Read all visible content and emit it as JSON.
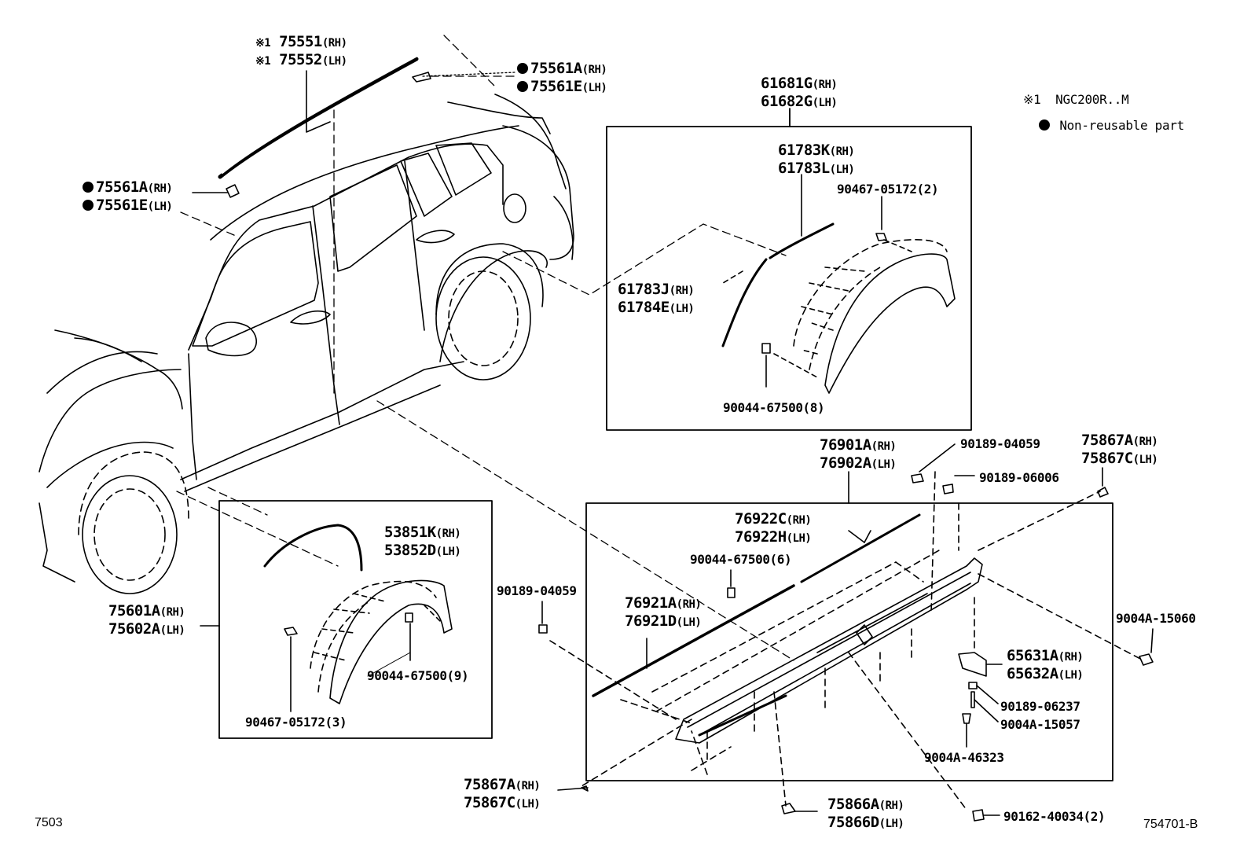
{
  "legend": {
    "note1_mark": "※1",
    "note1_text": "NGC200R..M",
    "note2_text": "Non-reusable part"
  },
  "footer": {
    "left_code": "7503",
    "right_code": "754701-B"
  },
  "callouts": {
    "roof_molding": {
      "mark": "※1",
      "rh_num": "75551",
      "lh_num": "75552",
      "rh_side": "(RH)",
      "lh_side": "(LH)"
    },
    "clip_top": {
      "rh_num": "75561A",
      "lh_num": "75561E",
      "rh_side": "(RH)",
      "lh_side": "(LH)"
    },
    "clip_left": {
      "rh_num": "75561A",
      "lh_num": "75561E",
      "rh_side": "(RH)",
      "lh_side": "(LH)"
    },
    "rear_flare": {
      "rh_num": "61681G",
      "lh_num": "61682G",
      "rh_side": "(RH)",
      "lh_side": "(LH)"
    },
    "rear_seal_k": {
      "rh_num": "61783K",
      "lh_num": "61783L",
      "rh_side": "(RH)",
      "lh_side": "(LH)"
    },
    "rear_seal_j": {
      "rh_num": "61783J",
      "lh_num": "61784E",
      "rh_side": "(RH)",
      "lh_side": "(LH)"
    },
    "rear_clip": {
      "text": "90467-05172(2)"
    },
    "rear_nut": {
      "text": "90044-67500(8)"
    },
    "front_seal": {
      "rh_num": "53851K",
      "lh_num": "53852D",
      "rh_side": "(RH)",
      "lh_side": "(LH)"
    },
    "front_flare": {
      "rh_num": "75601A",
      "lh_num": "75602A",
      "rh_side": "(RH)",
      "lh_side": "(LH)"
    },
    "front_nut": {
      "text": "90044-67500(9)"
    },
    "front_clip": {
      "text": "90467-05172(3)"
    },
    "rocker": {
      "rh_num": "76901A",
      "lh_num": "76902A",
      "rh_side": "(RH)",
      "lh_side": "(LH)"
    },
    "rocker_strip_c": {
      "rh_num": "76922C",
      "lh_num": "76922H",
      "rh_side": "(RH)",
      "lh_side": "(LH)"
    },
    "rocker_strip_a": {
      "rh_num": "76921A",
      "lh_num": "76921D",
      "rh_side": "(RH)",
      "lh_side": "(LH)"
    },
    "rocker_nut": {
      "text": "90044-67500(6)"
    },
    "screw_top": {
      "text": "90189-04059"
    },
    "screw_top2": {
      "text": "90189-06006"
    },
    "screw_left": {
      "text": "90189-04059"
    },
    "cap_right": {
      "rh_num": "75867A",
      "lh_num": "75867C",
      "rh_side": "(RH)",
      "lh_side": "(LH)"
    },
    "cap_left": {
      "rh_num": "75867A",
      "lh_num": "75867C",
      "rh_side": "(RH)",
      "lh_side": "(LH)"
    },
    "bolt_right": {
      "text": "9004A-15060"
    },
    "bracket": {
      "rh_num": "65631A",
      "lh_num": "65632A",
      "rh_side": "(RH)",
      "lh_side": "(LH)"
    },
    "screw_b": {
      "text": "90189-06237"
    },
    "bolt_b": {
      "text": "9004A-15057"
    },
    "bolt_c": {
      "text": "9004A-46323"
    },
    "end_cap": {
      "rh_num": "75866A",
      "lh_num": "75866D",
      "rh_side": "(RH)",
      "lh_side": "(LH)"
    },
    "clip_bottom": {
      "text": "90162-40034(2)"
    }
  }
}
